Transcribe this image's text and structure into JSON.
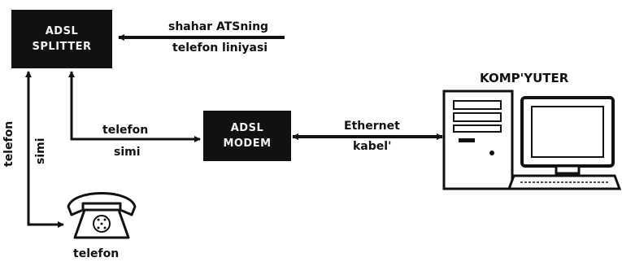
{
  "splitter": {
    "line1": "ADSL",
    "line2": "SPLITTER"
  },
  "modem": {
    "line1": "ADSL",
    "line2": "MODEM"
  },
  "labels": {
    "ats_line1": "shahar ATSning",
    "ats_line2": "telefon liniyasi",
    "cable_line1": "telefon",
    "cable_line2": "simi",
    "ethernet_line1": "Ethernet",
    "ethernet_line2": "kabel'",
    "computer": "KOMP'YUTER",
    "vertical1": "telefon",
    "vertical2": "simi",
    "phone": "telefon"
  }
}
